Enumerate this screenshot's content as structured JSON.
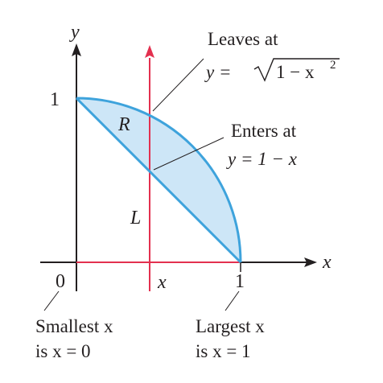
{
  "axes": {
    "x_label": "x",
    "y_label": "y",
    "origin_label": "0",
    "x_tick_1": "1",
    "y_tick_1": "1",
    "x_marker": "x"
  },
  "region": {
    "label": "R",
    "line_label": "L"
  },
  "callouts": {
    "leaves": {
      "title": "Leaves at",
      "eq_left": "y =",
      "eq_root": "1 − x",
      "eq_exp": "2"
    },
    "enters": {
      "title": "Enters at",
      "eq": "y = 1 − x"
    },
    "smallest": {
      "line1": "Smallest x",
      "line2": "is x = 0"
    },
    "largest": {
      "line1": "Largest x",
      "line2": "is x = 1"
    }
  },
  "colors": {
    "region_fill": "#cde6f7",
    "boundary": "#3ea3dc",
    "vertical_line": "#e3304f",
    "axis": "#231f20"
  }
}
